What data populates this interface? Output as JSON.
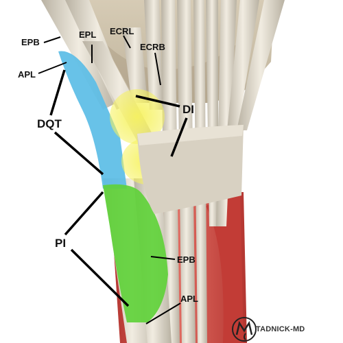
{
  "labels": {
    "epb_top": "EPB",
    "epl": "EPL",
    "ecrl": "ECRL",
    "ecrb": "ECRB",
    "apl_top": "APL",
    "dqt": "DQT",
    "di": "DI",
    "pi": "PI",
    "epb_bottom": "EPB",
    "apl_bottom": "APL"
  },
  "watermark": "TADNICK-MD",
  "colors": {
    "dqt_zone": "#5bbde6",
    "di_zone": "#f2ee5a",
    "pi_zone": "#5fd13a",
    "muscle": "#d9453f",
    "tendon": "#e8e2d4",
    "retinaculum": "#d8d1c2",
    "background": "#ffffff"
  }
}
